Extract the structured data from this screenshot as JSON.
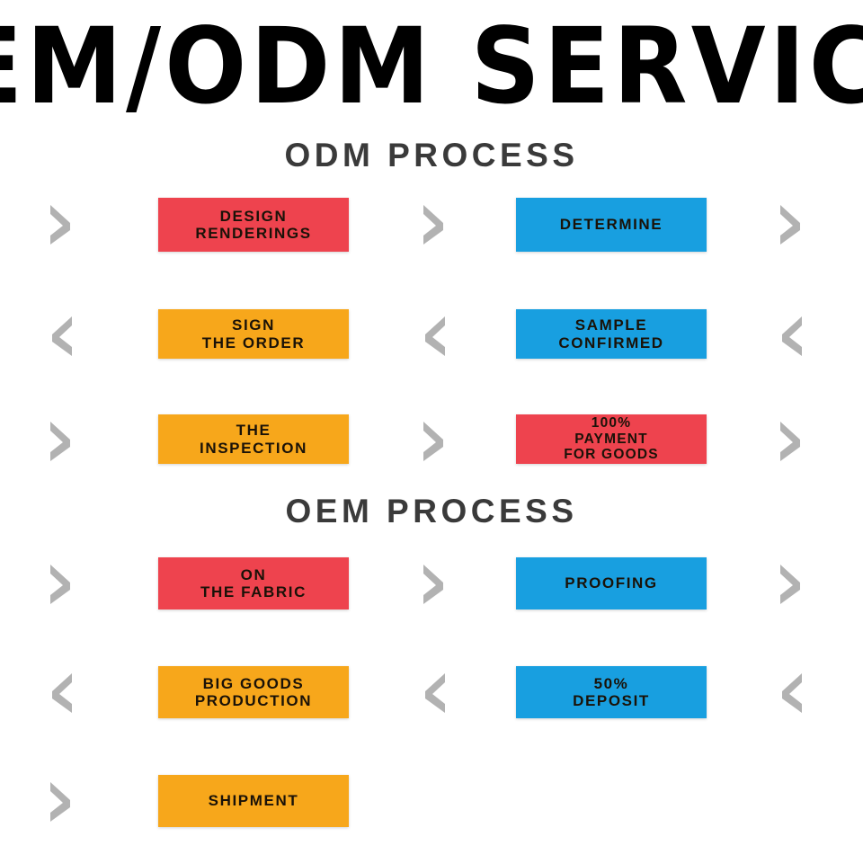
{
  "banner": {
    "title": "EM/ODM  SERVIC"
  },
  "colors": {
    "red": "#EE434E",
    "blue": "#189FE0",
    "orange": "#F7A71B",
    "chevron_grey": "#B2B2B2",
    "heading_grey": "#3A3A3A",
    "background": "#FFFFFF",
    "box_text": "#1A1208"
  },
  "sections": [
    {
      "heading": "ODM PROCESS",
      "rows": [
        {
          "direction": "right",
          "chevrons": [
            "chevron-right-icon",
            "chevron-right-icon",
            "chevron-right-icon"
          ],
          "steps": [
            {
              "lines": [
                "DESIGN",
                "RENDERINGS"
              ],
              "color": "red"
            },
            {
              "lines": [
                "DETERMINE"
              ],
              "color": "blue"
            }
          ]
        },
        {
          "direction": "left",
          "chevrons": [
            "chevron-left-icon",
            "chevron-left-icon",
            "chevron-left-icon"
          ],
          "steps": [
            {
              "lines": [
                "SIGN",
                "THE ORDER"
              ],
              "color": "orange"
            },
            {
              "lines": [
                "SAMPLE",
                "CONFIRMED"
              ],
              "color": "blue"
            }
          ]
        },
        {
          "direction": "right",
          "chevrons": [
            "chevron-right-icon",
            "chevron-right-icon",
            "chevron-right-icon"
          ],
          "steps": [
            {
              "lines": [
                "THE",
                "INSPECTION"
              ],
              "color": "orange"
            },
            {
              "lines": [
                "100%",
                "PAYMENT",
                "FOR GOODS"
              ],
              "color": "red"
            }
          ]
        }
      ]
    },
    {
      "heading": "OEM PROCESS",
      "rows": [
        {
          "direction": "right",
          "chevrons": [
            "chevron-right-icon",
            "chevron-right-icon",
            "chevron-right-icon"
          ],
          "steps": [
            {
              "lines": [
                "ON",
                "THE FABRIC"
              ],
              "color": "red"
            },
            {
              "lines": [
                "PROOFING"
              ],
              "color": "blue"
            }
          ]
        },
        {
          "direction": "left",
          "chevrons": [
            "chevron-left-icon",
            "chevron-left-icon",
            "chevron-left-icon"
          ],
          "steps": [
            {
              "lines": [
                "BIG GOODS",
                "PRODUCTION"
              ],
              "color": "orange"
            },
            {
              "lines": [
                "50%",
                "DEPOSIT"
              ],
              "color": "blue"
            }
          ]
        },
        {
          "direction": "right",
          "chevrons": [
            "chevron-right-icon"
          ],
          "steps": [
            {
              "lines": [
                "SHIPMENT"
              ],
              "color": "orange"
            }
          ]
        }
      ]
    }
  ],
  "labels": {
    "row1_box1": "DESIGN RENDERINGS",
    "row1_box2": "DETERMINE",
    "row2_box1": "SIGN THE ORDER",
    "row2_box2": "SAMPLE CONFIRMED",
    "row3_box1": "THE INSPECTION",
    "row3_box2": "100% PAYMENT FOR GOODS",
    "row4_box1": "ON THE FABRIC",
    "row4_box2": "PROOFING",
    "row5_box1": "BIG GOODS PRODUCTION",
    "row5_box2": "50% DEPOSIT",
    "row6_box1": "SHIPMENT"
  }
}
